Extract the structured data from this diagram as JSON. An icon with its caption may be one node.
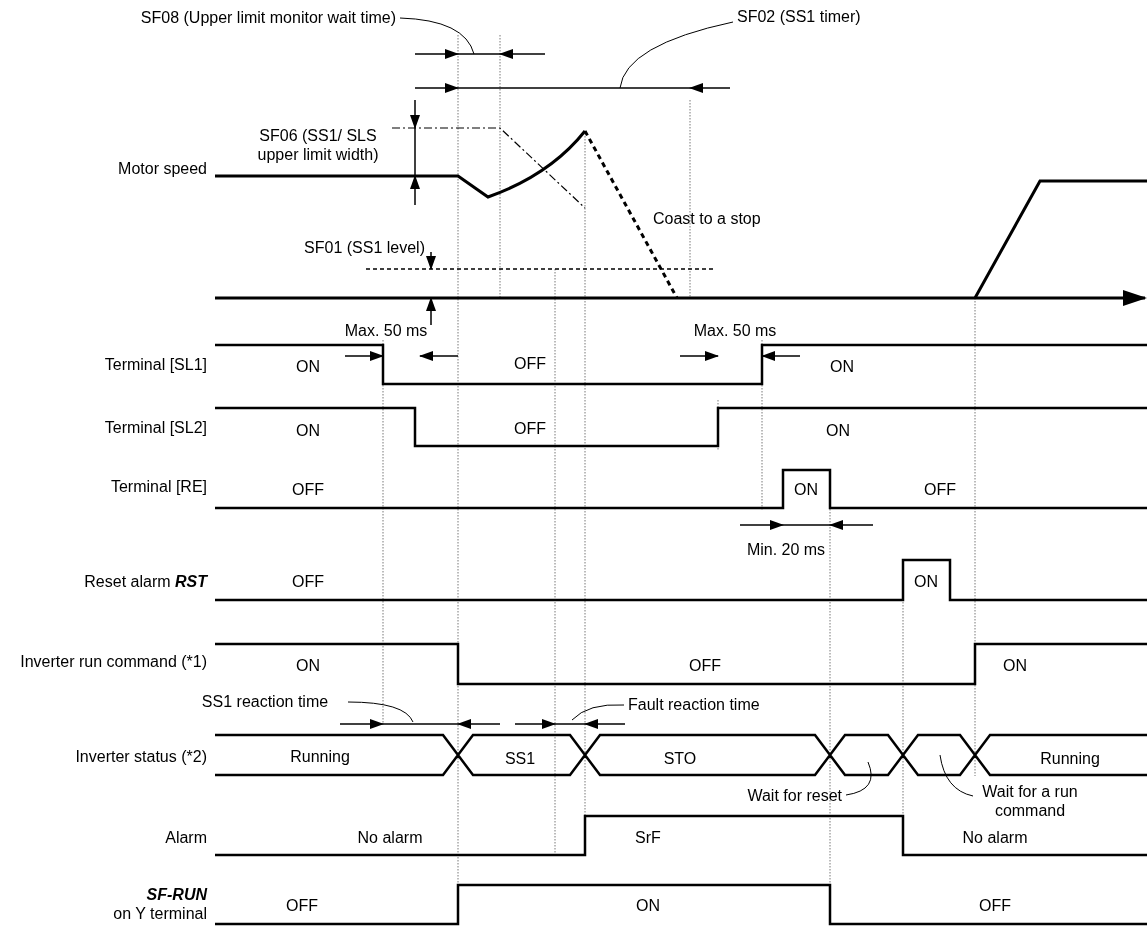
{
  "diagram": {
    "nodes": [
      {
        "text": [
          "SF08 (Upper limit monitor wait time)"
        ]
      },
      {
        "text": [
          "SF02 (SS1 timer)"
        ]
      },
      {
        "text": [
          "SS1 reaction time"
        ]
      },
      {
        "text": [
          "Fault reaction time"
        ]
      },
      {
        "text": [
          "Wait for reset"
        ]
      },
      {
        "text": [
          "Wait for a run command"
        ]
      }
    ],
    "edges": [
      {
        "from": 0,
        "to": null,
        "arrow": "none"
      },
      {
        "from": 1,
        "to": null,
        "arrow": "none"
      },
      {
        "from": 2,
        "to": null,
        "arrow": "none"
      },
      {
        "from": 3,
        "to": null,
        "arrow": "none"
      },
      {
        "from": 4,
        "to": null,
        "arrow": "none"
      },
      {
        "from": 5,
        "to": null,
        "arrow": "none"
      }
    ],
    "labels": [
      "Motor speed",
      "SF06 (SS1/ SLS upper limit width)",
      "Coast to a stop",
      "SF01 (SS1 level)",
      "Max. 50 ms",
      "Max. 50 ms",
      "Terminal [SL1]",
      "ON",
      "OFF",
      "ON",
      "Terminal [SL2]",
      "ON",
      "OFF",
      "ON",
      "Terminal [RE]",
      "OFF",
      "ON",
      "OFF",
      "Min. 20 ms",
      "Reset alarm **RST**",
      "OFF",
      "ON",
      "Inverter run command (*1)",
      "ON",
      "OFF",
      "ON",
      "Inverter status (*2)",
      "Running",
      "SS1",
      "STO",
      "Running",
      "Alarm",
      "No alarm",
      "SrF",
      "No alarm",
      "**SF-RUN** on Y terminal",
      "OFF",
      "ON",
      "OFF"
    ]
  }
}
